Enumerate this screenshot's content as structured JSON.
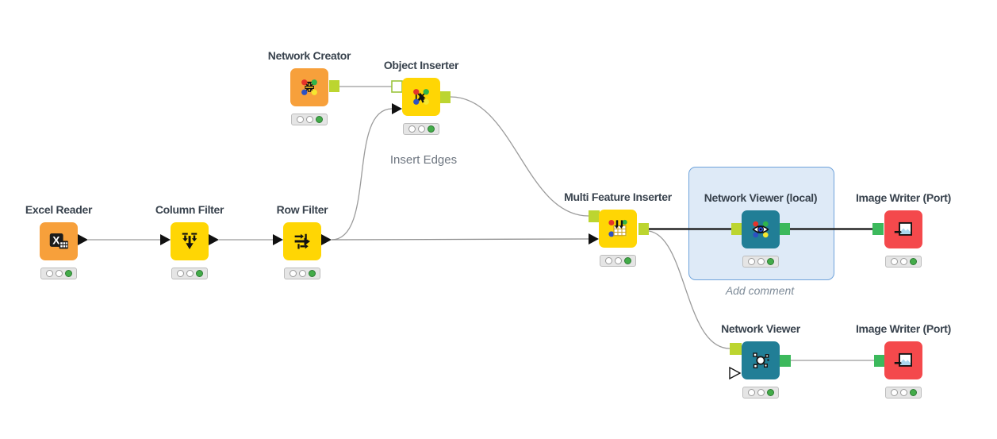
{
  "app": {
    "name": "KNIME workflow editor canvas",
    "background": "#ffffff"
  },
  "colors": {
    "node_orange": "#F7A03B",
    "node_yellow": "#FFD604",
    "node_teal": "#217E96",
    "node_red": "#F4494C",
    "port_lime": "#BCD530",
    "port_green": "#3CB95C",
    "optional_port_border": "#9BC53D",
    "connection_normal": "#9B9B9B",
    "connection_bold": "#262626",
    "status_green": "#43AC49",
    "label_text": "#39434E",
    "selection_fill": "#DEEAF7",
    "selection_border": "#6FA3DB"
  },
  "workflow": {
    "nodes": [
      {
        "name": "Excel Reader",
        "body_color": "#F7A03B",
        "status": "executed"
      },
      {
        "name": "Column Filter",
        "body_color": "#FFD604",
        "status": "executed"
      },
      {
        "name": "Row Filter",
        "body_color": "#FFD604",
        "status": "executed"
      },
      {
        "name": "Network Creator",
        "body_color": "#F7A03B",
        "status": "executed"
      },
      {
        "name": "Object Inserter",
        "body_color": "#FFD604",
        "status": "executed",
        "comment": "Insert Edges"
      },
      {
        "name": "Multi Feature Inserter",
        "body_color": "#FFD604",
        "status": "executed"
      },
      {
        "name": "Network Viewer (local)",
        "body_color": "#217E96",
        "status": "executed",
        "comment": "Add comment",
        "selected": true
      },
      {
        "name": "Image Writer (Port)",
        "body_color": "#F4494C",
        "status": "executed"
      },
      {
        "name": "Network Viewer",
        "body_color": "#217E96",
        "status": "executed"
      },
      {
        "name": "Image Writer (Port)",
        "body_color": "#F4494C",
        "status": "executed"
      }
    ],
    "connections": [
      {
        "from": "Excel Reader",
        "to": "Column Filter",
        "style": "normal"
      },
      {
        "from": "Column Filter",
        "to": "Row Filter",
        "style": "normal"
      },
      {
        "from": "Row Filter",
        "to": "Object Inserter",
        "style": "normal"
      },
      {
        "from": "Row Filter",
        "to": "Multi Feature Inserter",
        "style": "normal"
      },
      {
        "from": "Network Creator",
        "to": "Object Inserter",
        "style": "normal"
      },
      {
        "from": "Object Inserter",
        "to": "Multi Feature Inserter",
        "style": "normal"
      },
      {
        "from": "Multi Feature Inserter",
        "to": "Network Viewer (local)",
        "style": "bold"
      },
      {
        "from": "Multi Feature Inserter",
        "to": "Network Viewer",
        "style": "normal"
      },
      {
        "from": "Network Viewer (local)",
        "to": "Image Writer (Port)",
        "style": "bold"
      },
      {
        "from": "Network Viewer",
        "to": "Image Writer (Port)",
        "style": "normal"
      }
    ]
  }
}
